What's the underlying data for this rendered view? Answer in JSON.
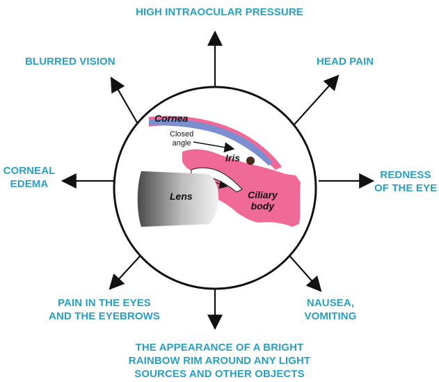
{
  "symptoms": {
    "top": "HIGH INTRAOCULAR PRESSURE",
    "blurred": "BLURRED VISION",
    "head": "HEAD PAIN",
    "corneal_l1": "CORNEAL",
    "corneal_l2": "EDEMA",
    "redness_l1": "REDNESS",
    "redness_l2": "OF THE EYE",
    "pain_l1": "PAIN IN THE EYES",
    "pain_l2": "AND THE EYEBROWS",
    "nausea_l1": "NAUSEA,",
    "nausea_l2": "VOMITING",
    "bottom_l1": "THE APPEARANCE OF A BRIGHT",
    "bottom_l2": "RAINBOW RIM AROUND ANY LIGHT",
    "bottom_l3": "SOURCES AND OTHER OBJECTS"
  },
  "eye_labels": {
    "cornea": "Cornea",
    "closed_l1": "Closed",
    "closed_l2": "angle",
    "iris": "Iris",
    "lens": "Lens",
    "ciliary_l1": "Ciliary",
    "ciliary_l2": "body"
  },
  "colors": {
    "symptom_text": "#2a9fc0",
    "tissue_pink": "#f06a97",
    "cornea_blue": "#7b8fd0",
    "outline": "#111111"
  }
}
